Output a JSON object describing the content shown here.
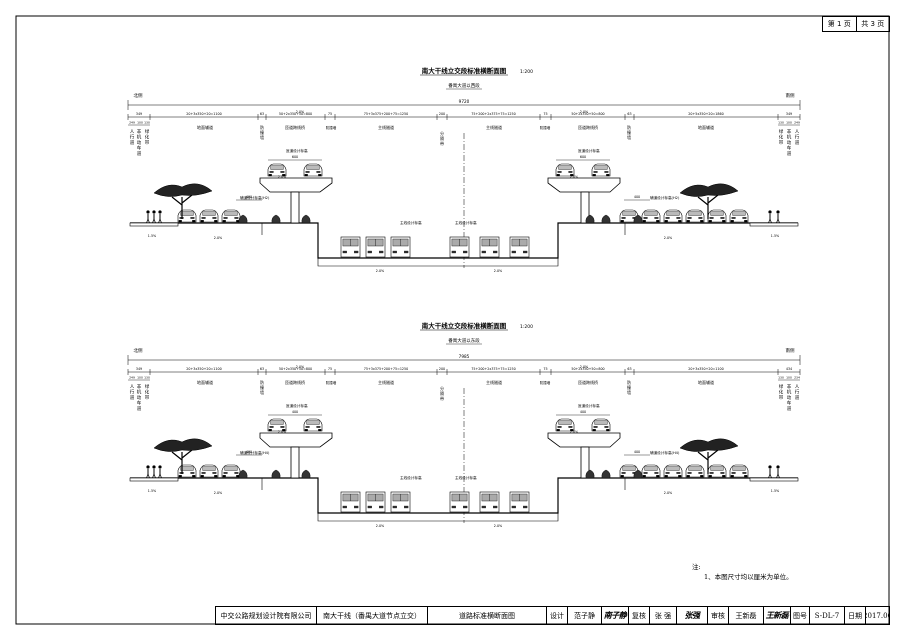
{
  "page": {
    "page_no": "第 1 页",
    "total": "共 3 页"
  },
  "sections": [
    {
      "title": "南大干线立交段标准横断面图",
      "scale": "1:200",
      "subtitle": "番禺大道以西段",
      "left_dir": "北侧",
      "right_dir": "南侧",
      "total_width": "9720",
      "left_dims": [
        "349",
        "20+3x350+20=1100",
        "63",
        "50+2x350+50=800",
        "75"
      ],
      "center_dims": [
        "75+3x375+200+75=1250",
        "200",
        "75+200+2x375+75=1250"
      ],
      "right_dims": [
        "75",
        "50+2x350+50=800",
        "63",
        "20+5x350+20=1860",
        "349"
      ],
      "left_sub_dims": [
        "249",
        "100",
        "130"
      ],
      "right_sub_dims": [
        "130",
        "100",
        "249"
      ],
      "left_zone_labels": [
        "人",
        "行",
        "道",
        "非",
        "机",
        "动",
        "车",
        "道",
        "绿",
        "化",
        "带"
      ],
      "right_zone_labels": [
        "绿",
        "化",
        "带",
        "非",
        "机",
        "动",
        "车",
        "道",
        "人",
        "行",
        "道"
      ],
      "labels": {
        "aux_road": "地面辅道",
        "ramp_left": "匝道跨线桥",
        "sep_left": "防撞墙",
        "sep_right": "防撞墙",
        "main_tunnel_left": "主线隧道",
        "median": "分隔带",
        "main_tunnel_right": "主线隧道",
        "ramp_right": "匝道跨线桥",
        "aux_road_right": "地面辅道",
        "design_elev_ramp": "匝道设计标高",
        "design_elev_aux": "辅道设计标高(H2)",
        "design_elev_main": "主线设计标高",
        "design_elev_ramp_r": "匝道设计标高",
        "design_elev_aux_r": "辅道设计标高(H2)"
      },
      "slope_values": [
        "2.0%",
        "1.5%",
        "2.0%",
        "2.0%",
        "2.0%",
        "2.0%",
        "1.5%",
        "2.0%",
        "2.0%"
      ],
      "ramp_width": "600",
      "pier_width": "400"
    },
    {
      "title": "南大干线立交段标准横断面图",
      "scale": "1:200",
      "subtitle": "番禺大道以东段",
      "left_dir": "北侧",
      "right_dir": "南侧",
      "total_width": "7985",
      "left_dims": [
        "349",
        "20+3x350+20=1100",
        "63",
        "50+2x350+50=800",
        "75"
      ],
      "center_dims": [
        "75+3x375+200+75=1250",
        "200",
        "75+200+2x375+75=1250"
      ],
      "right_dims": [
        "75",
        "50+2x350+50=800",
        "63",
        "20+3x350+20=1100",
        "434"
      ],
      "left_sub_dims": [
        "249",
        "100",
        "130"
      ],
      "right_sub_dims": [
        "130",
        "100",
        "234"
      ],
      "left_zone_labels": [
        "人",
        "行",
        "道",
        "非",
        "机",
        "动",
        "车",
        "道",
        "绿",
        "化",
        "带"
      ],
      "right_zone_labels": [
        "绿",
        "化",
        "带",
        "非",
        "机",
        "动",
        "车",
        "道",
        "人",
        "行",
        "道"
      ],
      "labels": {
        "aux_road": "地面辅道",
        "ramp_left": "匝道跨线桥",
        "sep_left": "防撞墙",
        "sep_right": "防撞墙",
        "main_tunnel_left": "主线隧道",
        "median": "分隔带",
        "main_tunnel_right": "主线隧道",
        "ramp_right": "匝道跨线桥",
        "aux_road_right": "地面辅道",
        "design_elev_ramp": "匝道设计标高",
        "design_elev_aux": "辅道设计标高(H4)",
        "design_elev_main": "主线设计标高",
        "design_elev_ramp_r": "匝道设计标高",
        "design_elev_aux_r": "辅道设计标高(H4)"
      },
      "slope_values": [
        "2.0%",
        "1.5%",
        "2.0%",
        "2.0%",
        "2.0%",
        "2.0%",
        "1.5%",
        "2.0%",
        "2.0%"
      ],
      "ramp_width": "400",
      "pier_width": "400"
    }
  ],
  "note": {
    "title": "注:",
    "text": "1、本图尺寸均以厘米为单位。"
  },
  "titleblock": {
    "company": "中交公路规划设计院有限公司",
    "project": "南大干线（番禺大道节点立交）",
    "drawing": "道路标准横断面图",
    "design_label": "设计",
    "designer": "范子静",
    "review_label": "复核",
    "reviewer": "张 强",
    "check_label": "审核",
    "checker": "王新磊",
    "figno_label": "图号",
    "figno": "S-DL-7",
    "date_label": "日期",
    "date": "2017.06"
  }
}
